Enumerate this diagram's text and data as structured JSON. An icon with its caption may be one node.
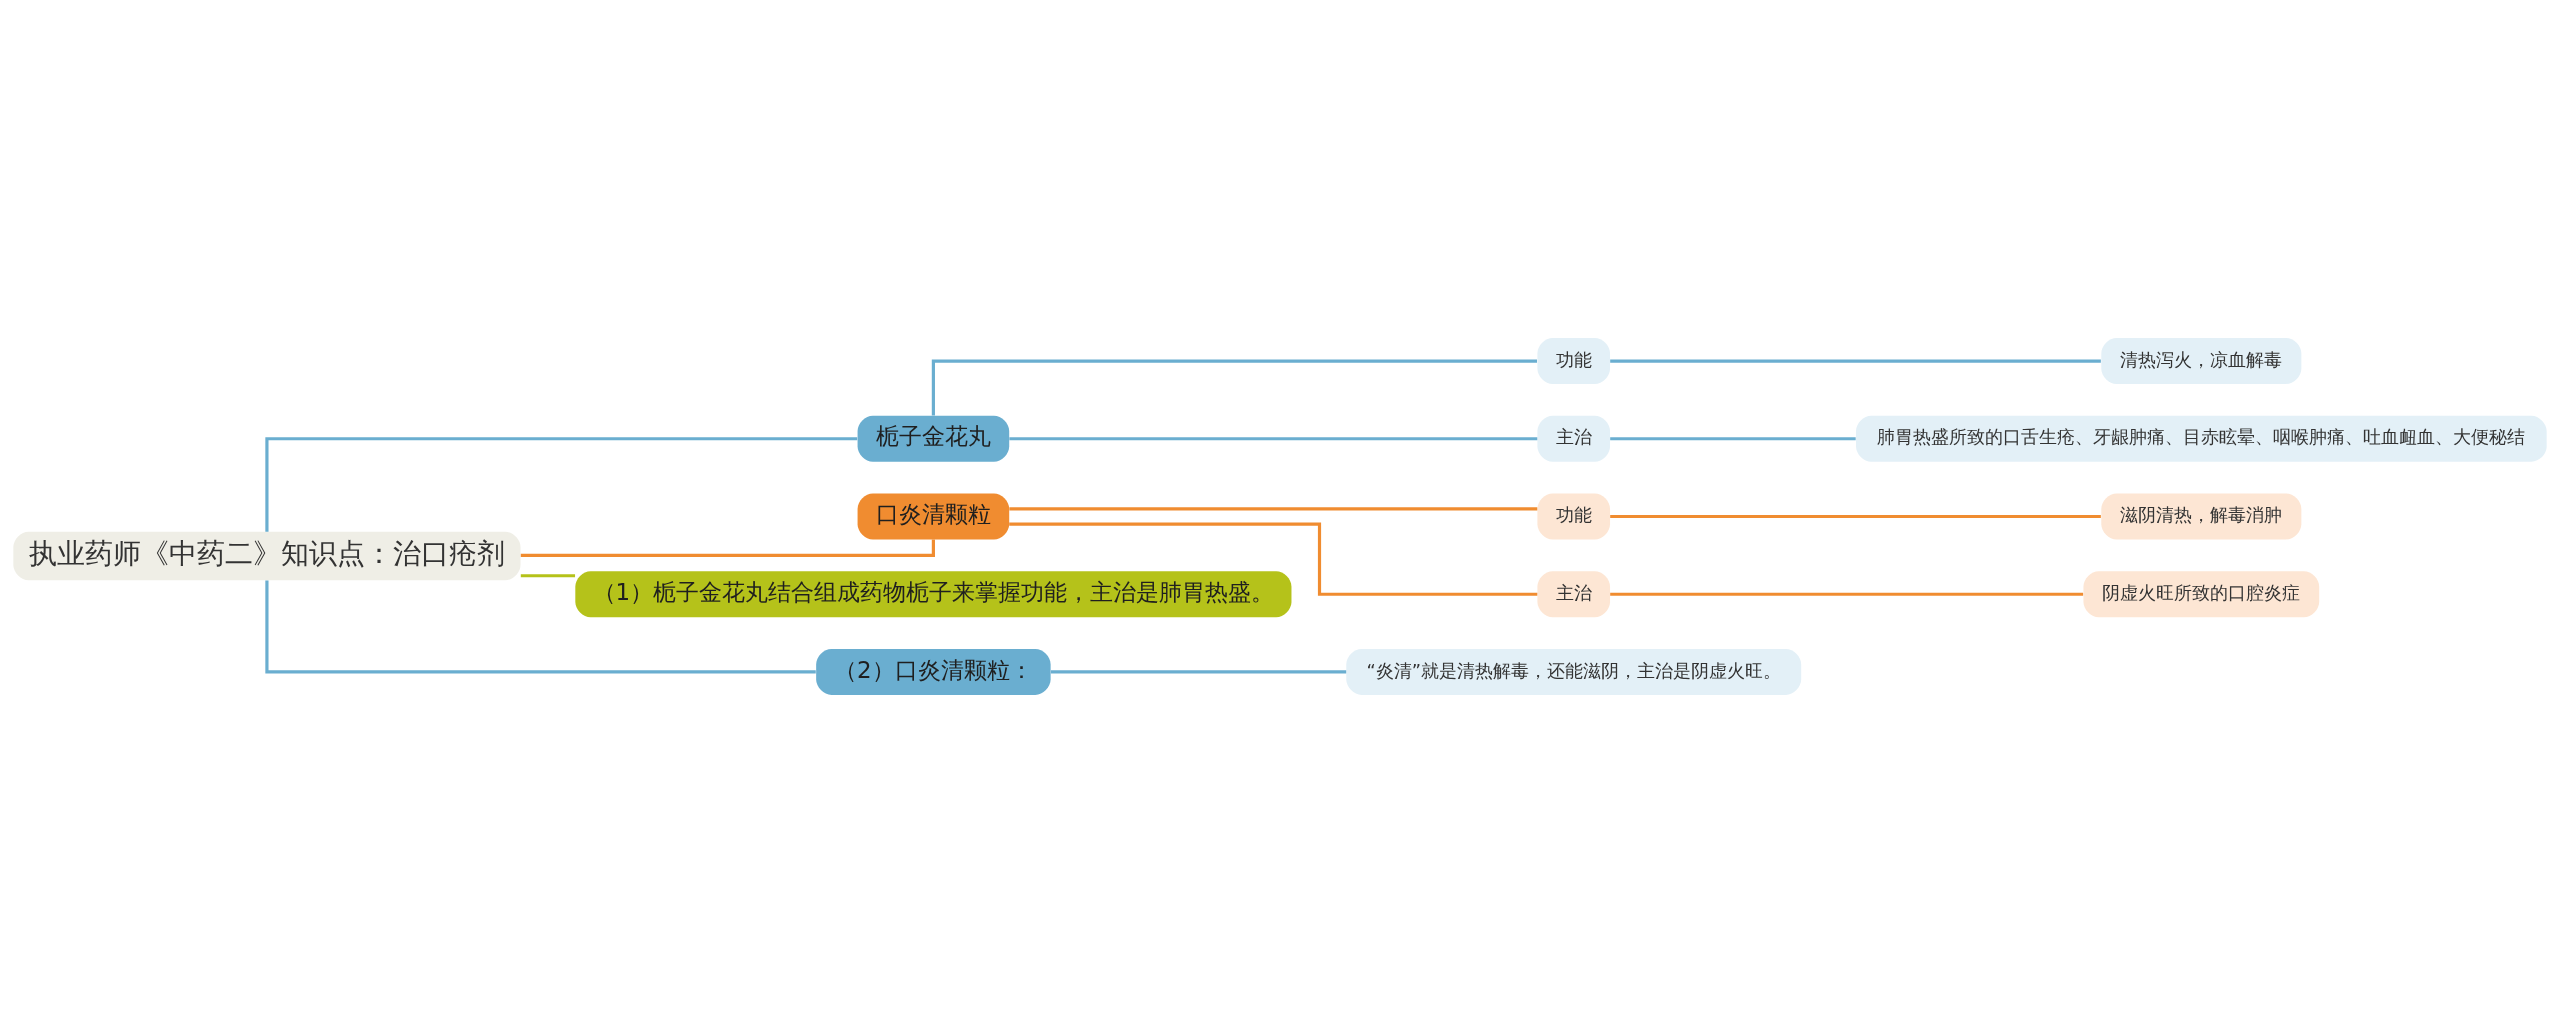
{
  "diagram": {
    "nodes": [
      {
        "text": [
          "执业药师《中药二》知识点：治口疮剂"
        ]
      },
      {
        "text": [
          "栀子金花丸"
        ]
      },
      {
        "text": [
          "功能"
        ]
      },
      {
        "text": [
          "清热泻火，凉血解毒"
        ]
      },
      {
        "text": [
          "主治"
        ]
      },
      {
        "text": [
          "肺胃热盛所致的口舌生疮、牙龈肿痛、目赤眩晕、咽喉肿痛、吐血衄血、大便秘结"
        ]
      },
      {
        "text": [
          "口炎清颗粒"
        ]
      },
      {
        "text": [
          "功能"
        ]
      },
      {
        "text": [
          "滋阴清热，解毒消肿"
        ]
      },
      {
        "text": [
          "主治"
        ]
      },
      {
        "text": [
          "阴虚火旺所致的口腔炎症"
        ]
      },
      {
        "text": [
          "（1）栀子金花丸结合组成药物栀子来掌握功能，主治是肺胃热盛。"
        ]
      },
      {
        "text": [
          "（2）口炎清颗粒："
        ]
      },
      {
        "text": [
          "“炎清”就是清热解毒，还能滋阴，主治是阴虚火旺。"
        ]
      }
    ],
    "edges": [
      {
        "from": 0,
        "to": 1,
        "arrow": "none"
      },
      {
        "from": 1,
        "to": 2,
        "arrow": "none"
      },
      {
        "from": 2,
        "to": 3,
        "arrow": "none"
      },
      {
        "from": 1,
        "to": 4,
        "arrow": "none"
      },
      {
        "from": 4,
        "to": 5,
        "arrow": "none"
      },
      {
        "from": 0,
        "to": 6,
        "arrow": "none",
        "color": "#f08c30"
      },
      {
        "from": 6,
        "to": 7,
        "arrow": "none",
        "color": "#f08c30"
      },
      {
        "from": 7,
        "to": 8,
        "arrow": "none",
        "color": "#f08c30"
      },
      {
        "from": 6,
        "to": 9,
        "arrow": "none",
        "color": "#f08c30"
      },
      {
        "from": 9,
        "to": 10,
        "arrow": "none",
        "color": "#f08c30"
      },
      {
        "from": 0,
        "to": 11,
        "arrow": "none",
        "color": "#b5c21a"
      },
      {
        "from": 0,
        "to": 12,
        "arrow": "none"
      },
      {
        "from": 12,
        "to": 13,
        "arrow": "none"
      }
    ]
  }
}
